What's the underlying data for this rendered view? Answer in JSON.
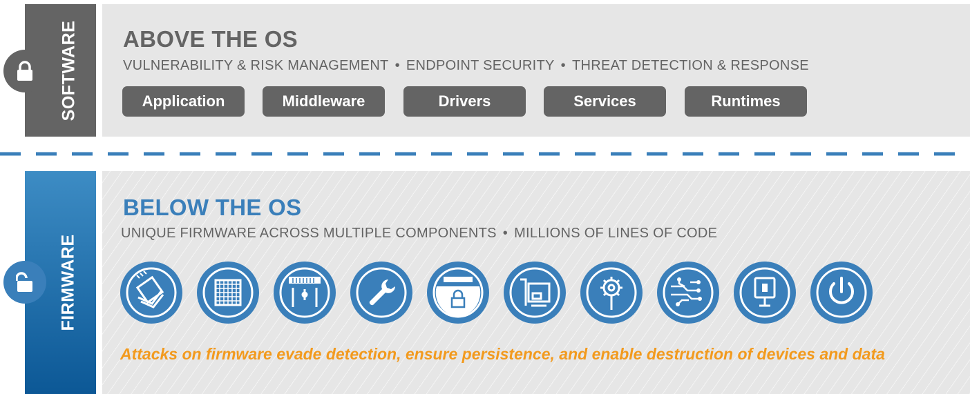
{
  "software": {
    "tab_label": "SOFTWARE",
    "title": "ABOVE THE OS",
    "subtitle_items": [
      "VULNERABILITY & RISK MANAGEMENT",
      "ENDPOINT SECURITY",
      "THREAT DETECTION & RESPONSE"
    ],
    "separator": "•",
    "pills": [
      "Application",
      "Middleware",
      "Drivers",
      "Services",
      "Runtimes"
    ],
    "lock_icon": "lock-closed-icon"
  },
  "firmware": {
    "tab_label": "FIRMWARE",
    "title": "BELOW THE OS",
    "subtitle_items": [
      "UNIQUE FIRMWARE ACROSS MULTIPLE COMPONENTS",
      "MILLIONS OF LINES OF CODE"
    ],
    "separator": "•",
    "lock_icon": "lock-open-icon",
    "component_icons": [
      "chip-stack-icon",
      "processor-grid-icon",
      "memory-module-icon",
      "wrench-icon",
      "secure-memory-icon",
      "expansion-card-icon",
      "gear-component-icon",
      "circuit-board-icon",
      "storage-drive-icon",
      "power-icon"
    ],
    "warning": "Attacks on firmware evade detection, ensure persistence, and enable destruction of devices and data"
  },
  "colors": {
    "gray_dark": "#646464",
    "gray_band": "#e6e6e6",
    "blue": "#3a7fba",
    "orange": "#f29a1e"
  }
}
